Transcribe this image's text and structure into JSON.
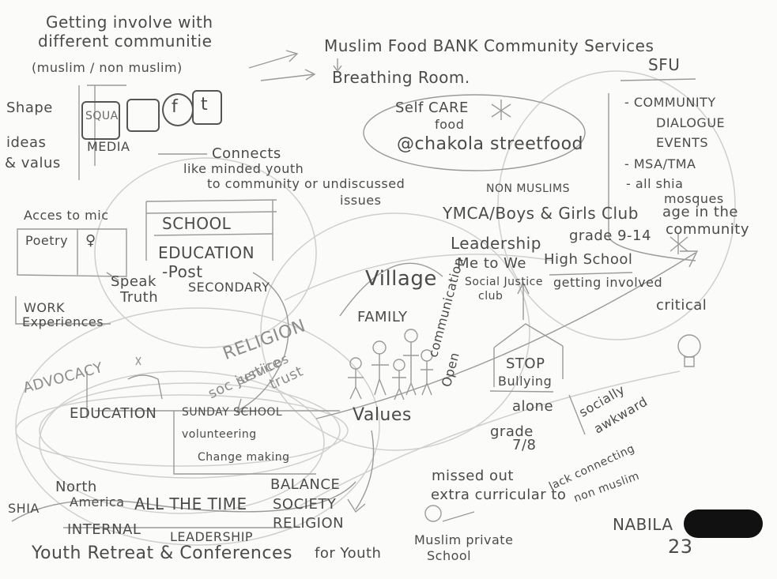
{
  "texts": {
    "getting_involved_1": "Getting involve with",
    "getting_involved_2": "different communitie",
    "getting_involved_3": "(muslim / non muslim)",
    "food_bank": "Muslim Food BANK Community Services",
    "breathing_room": "Breathing Room.",
    "sfu": "SFU",
    "self_care": "Self CARE",
    "food": "food",
    "chakola": "@chakola streetfood",
    "shape": "Shape",
    "ideas": "ideas",
    "values": "& valus",
    "social_media_square": "SQUA",
    "social_media_label": "MEDIA",
    "connects_1": "Connects",
    "connects_2": "like minded youth",
    "connects_3": "to community or undiscussed",
    "connects_4": "issues",
    "community_dialogue_1": "- COMMUNITY",
    "community_dialogue_2": "DIALOGUE",
    "community_dialogue_3": "EVENTS",
    "msa": "- MSA/TMA",
    "shia_1": "- all shia",
    "shia_2": "mosques",
    "non_muslims": "NON MUSLIMS",
    "ymca": "YMCA/Boys & Girls Club",
    "age_1": "age in the",
    "age_2": "community",
    "access_mic": "Acces to mic",
    "poetry": "Poetry",
    "school": "SCHOOL",
    "education_post": "EDUCATION",
    "post": "-Post",
    "secondary": "SECONDARY",
    "speak": "Speak",
    "truth": "Truth",
    "leadership": "Leadership",
    "me_to_we": "Me to We",
    "grade_9_14": "grade 9-14",
    "high_school": "High School",
    "social_justice_1": "Social Justice",
    "social_justice_2": "club",
    "getting_involved": "getting involved",
    "village": "Village",
    "work_1": "WORK",
    "work_2": "Experiences",
    "critical": "critical",
    "family": "FAMILY",
    "religion": "RELIGION",
    "advocacy": "ADVOCACY",
    "soc_justice": "soc justice",
    "services": "services",
    "trust": "trust",
    "open_comm_1": "Open",
    "open_comm_2": "communication",
    "stop_1": "STOP",
    "stop_2": "Bullying",
    "education_main": "EDUCATION",
    "sunday_school": "SUNDAY SCHOOL",
    "volunteering": "volunteering",
    "change_making": "Change making",
    "values_main": "Values",
    "alone": "alone",
    "grade_78_1": "grade",
    "grade_78_2": "7/8",
    "socially_1": "socially",
    "socially_2": "awkward",
    "north_america_1": "North",
    "north_america_2": "America",
    "all_the_time": "ALL THE TIME",
    "balance_1": "BALANCE",
    "balance_2": "SOCIETY",
    "balance_3": "RELIGION",
    "shia": "SHIA",
    "missed_out": "missed out",
    "extra_curricular": "extra curricular to",
    "non_muslim": "non muslim",
    "lack_connecting": "lack connecting",
    "internal": "INTERNAL",
    "leadership_2": "LEADERSHIP",
    "youth_retreat": "Youth Retreat & Conferences",
    "for_youth": "for Youth",
    "muslim_private_1": "Muslim private",
    "muslim_private_2": "School",
    "nabila": "NABILA",
    "number_23": "23"
  }
}
